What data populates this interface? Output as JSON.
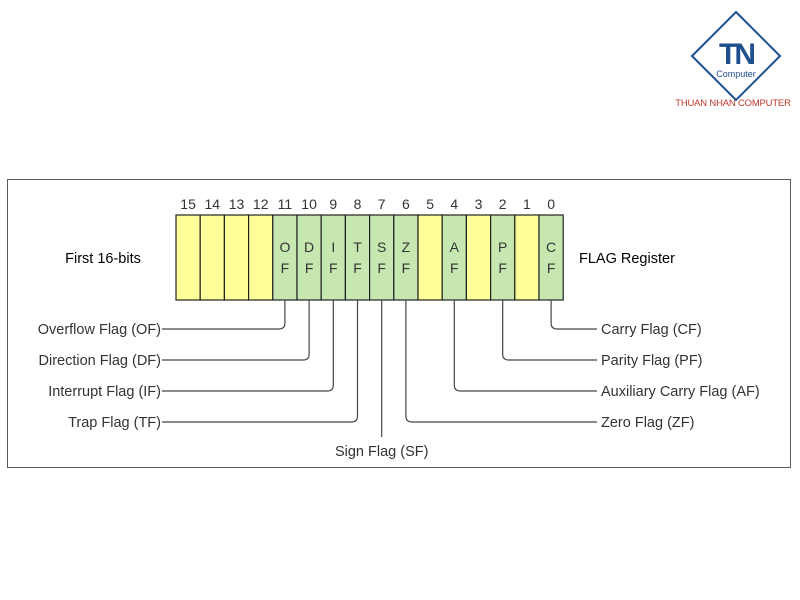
{
  "logo": {
    "mark_text": "TN",
    "sub_text": "Computer",
    "caption": "THUAN NHAN COMPUTER"
  },
  "diagram": {
    "left_label": "First 16-bits",
    "right_label": "FLAG Register",
    "bits": [
      {
        "index": "15",
        "top": "",
        "bottom": "",
        "kind": "reserved"
      },
      {
        "index": "14",
        "top": "",
        "bottom": "",
        "kind": "reserved"
      },
      {
        "index": "13",
        "top": "",
        "bottom": "",
        "kind": "reserved"
      },
      {
        "index": "12",
        "top": "",
        "bottom": "",
        "kind": "reserved"
      },
      {
        "index": "11",
        "top": "O",
        "bottom": "F",
        "kind": "flag"
      },
      {
        "index": "10",
        "top": "D",
        "bottom": "F",
        "kind": "flag"
      },
      {
        "index": "9",
        "top": "I",
        "bottom": "F",
        "kind": "flag"
      },
      {
        "index": "8",
        "top": "T",
        "bottom": "F",
        "kind": "flag"
      },
      {
        "index": "7",
        "top": "S",
        "bottom": "F",
        "kind": "flag"
      },
      {
        "index": "6",
        "top": "Z",
        "bottom": "F",
        "kind": "flag"
      },
      {
        "index": "5",
        "top": "",
        "bottom": "",
        "kind": "reserved"
      },
      {
        "index": "4",
        "top": "A",
        "bottom": "F",
        "kind": "flag"
      },
      {
        "index": "3",
        "top": "",
        "bottom": "",
        "kind": "reserved"
      },
      {
        "index": "2",
        "top": "P",
        "bottom": "F",
        "kind": "flag"
      },
      {
        "index": "1",
        "top": "",
        "bottom": "",
        "kind": "reserved"
      },
      {
        "index": "0",
        "top": "C",
        "bottom": "F",
        "kind": "flag"
      }
    ],
    "flag_labels": [
      {
        "bit": "11",
        "text": "Overflow Flag (OF)",
        "side": "left"
      },
      {
        "bit": "10",
        "text": "Direction Flag (DF)",
        "side": "left"
      },
      {
        "bit": "9",
        "text": "Interrupt Flag (IF)",
        "side": "left"
      },
      {
        "bit": "8",
        "text": "Trap Flag (TF)",
        "side": "left"
      },
      {
        "bit": "7",
        "text": "Sign Flag (SF)",
        "side": "bottom"
      },
      {
        "bit": "6",
        "text": "Zero Flag (ZF)",
        "side": "right"
      },
      {
        "bit": "4",
        "text": "Auxiliary Carry Flag (AF)",
        "side": "right"
      },
      {
        "bit": "2",
        "text": "Parity Flag (PF)",
        "side": "right"
      },
      {
        "bit": "0",
        "text": "Carry Flag (CF)",
        "side": "right"
      }
    ],
    "colors": {
      "reserved_fill": "#ffff99",
      "flag_fill": "#c6e8b0",
      "stroke": "#222222",
      "line": "#444444",
      "text": "#333333"
    }
  }
}
